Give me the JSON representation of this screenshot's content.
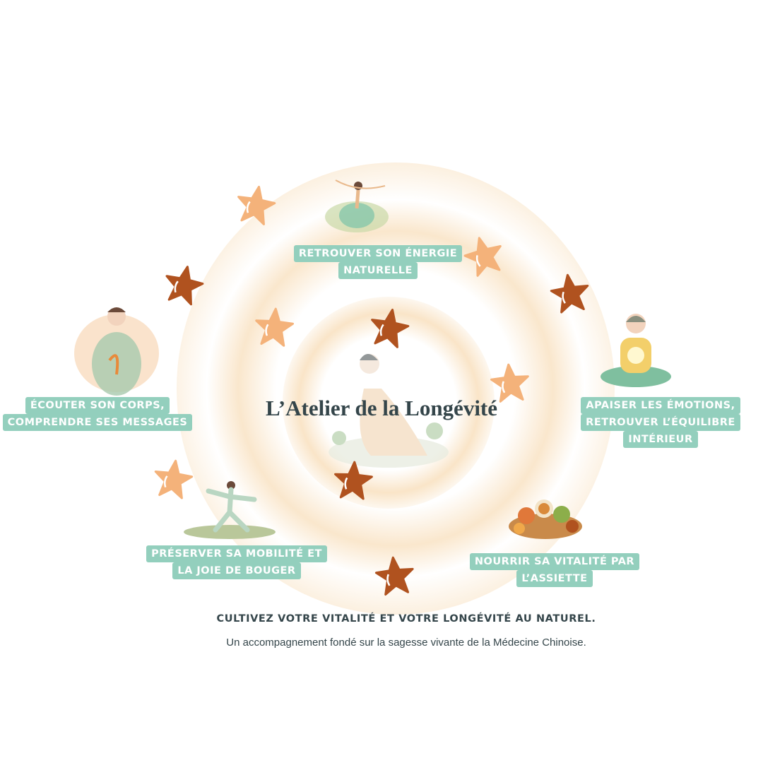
{
  "title": "L’Atelier de la Longévité",
  "labels": {
    "energie": [
      "RETROUVER SON ÉNERGIE",
      "NATURELLE"
    ],
    "corps": [
      "ÉCOUTER SON CORPS,",
      "COMPRENDRE SES MESSAGES"
    ],
    "emotions": [
      "APAISER LES ÉMOTIONS,",
      "RETROUVER L’ÉQUILIBRE",
      "INTÉRIEUR"
    ],
    "mobilite": [
      "PRÉSERVER SA MOBILITÉ ET",
      "LA JOIE DE BOUGER"
    ],
    "assiette": [
      "NOURRIR SA VITALITÉ PAR",
      "L’ASSIETTE"
    ]
  },
  "tagline": "CULTIVEZ VOTRE VITALITÉ ET VOTRE LONGÉVITÉ AU NATUREL.",
  "subtitle": "Un accompagnement fondé sur la sagesse vivante de la Médecine Chinoise.",
  "colors": {
    "label_bg": "#93cfbd",
    "star_light": "#f4b27a",
    "star_dark": "#b0521f",
    "text": "#34454a",
    "swirl": "#f6d3a3"
  }
}
